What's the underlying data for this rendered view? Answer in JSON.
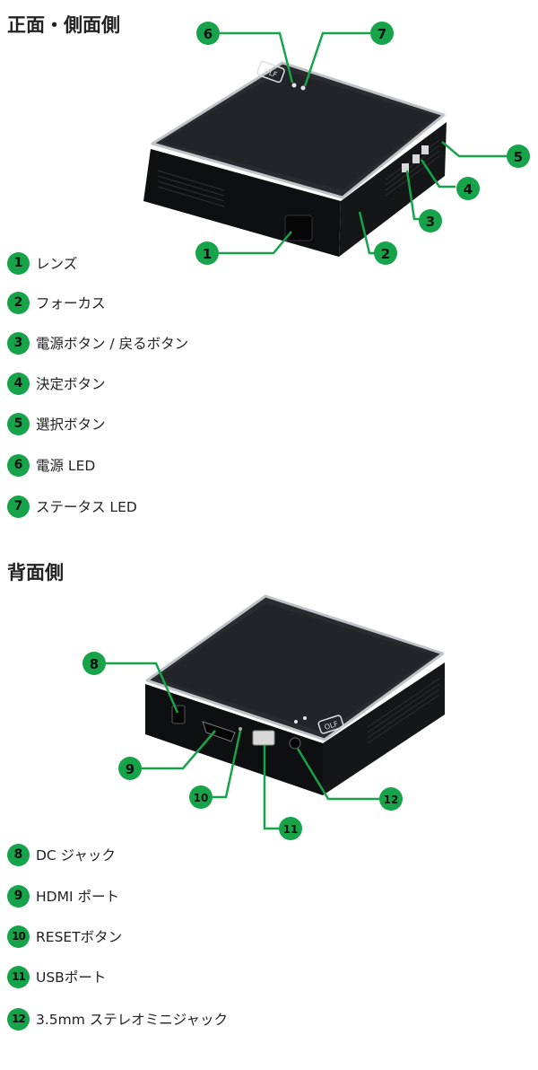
{
  "front": {
    "title": "正面・側面側",
    "items": [
      {
        "number": "1",
        "label": "レンズ"
      },
      {
        "number": "2",
        "label": "フォーカス"
      },
      {
        "number": "3",
        "label": "電源ボタン / 戻るボタン"
      },
      {
        "number": "4",
        "label": "決定ボタン"
      },
      {
        "number": "5",
        "label": "選択ボタン"
      },
      {
        "number": "6",
        "label": "電源 LED"
      },
      {
        "number": "7",
        "label": "ステータス LED"
      }
    ]
  },
  "back": {
    "title": "背面側",
    "items": [
      {
        "number": "8",
        "label": "DC ジャック"
      },
      {
        "number": "9",
        "label": "HDMI ポート"
      },
      {
        "number": "10",
        "label": "RESETボタン"
      },
      {
        "number": "11",
        "label": "USBポート"
      },
      {
        "number": "12",
        "label": "3.5mm ステレオミニジャック"
      }
    ]
  },
  "colors": {
    "accent": "#17a34a",
    "device": "#1f2022",
    "callout_line": "#17a34a"
  },
  "logo_text": "OLF"
}
